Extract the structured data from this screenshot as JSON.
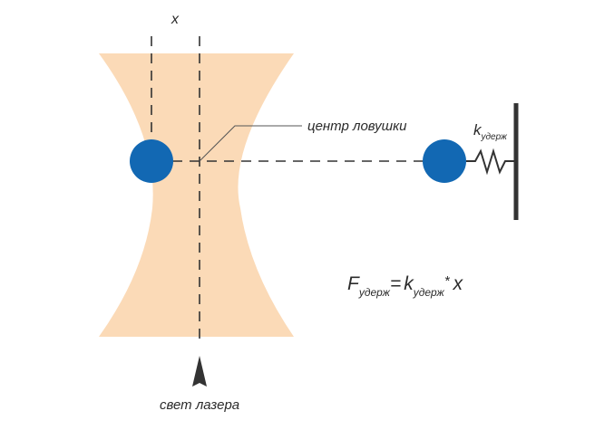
{
  "diagram": {
    "title": "Optical trap (laser tweezers) force diagram",
    "labels": {
      "displacement": "x",
      "trap_center": "центр ловушки",
      "laser_light": "свет лазера",
      "spring_constant_symbol": "k",
      "spring_constant_subscript": "удерж"
    },
    "formula": {
      "lhs_symbol": "F",
      "lhs_subscript": "удерж",
      "equals": "=",
      "rhs_symbol": "k",
      "rhs_subscript": "удерж",
      "operator": "*",
      "variable": "x"
    },
    "colors": {
      "beam": "#fbdab7",
      "bead": "#1268b3",
      "line": "#333333",
      "wall": "#333333"
    }
  }
}
